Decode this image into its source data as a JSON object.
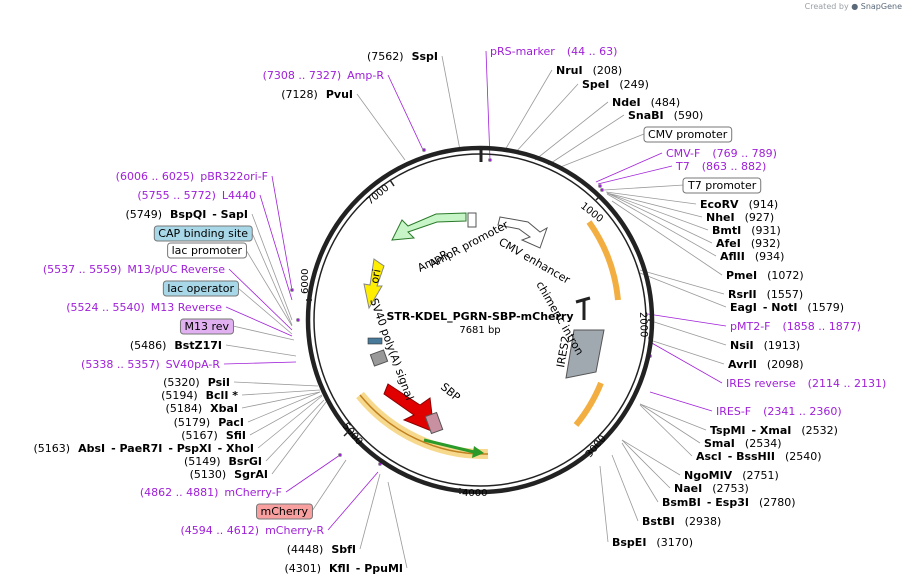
{
  "watermark": {
    "prefix": "Created by",
    "brand": "SnapGene"
  },
  "plasmid": {
    "name": "STR-KDEL_PGRN-SBP-mCherry",
    "length": "7681 bp"
  },
  "ticks": [
    "1000",
    "2000",
    "3000",
    "4000",
    "5000",
    "6000",
    "7000"
  ],
  "features": {
    "ampr": "AmpR",
    "ampr_promoter": "AmpR promoter",
    "cmv_enhancer": "CMV enhancer",
    "chimeric_intron": "chimeric intron",
    "ires2": "IRES2",
    "ori": "ori",
    "sv40": "SV40 poly(A) signal",
    "sbp": "SBP"
  },
  "right_labels": [
    {
      "text": "pRS-marker",
      "coord": "(44 .. 63)",
      "kind": "primer"
    },
    {
      "name": "NruI",
      "coord": "(208)",
      "kind": "enzyme"
    },
    {
      "name": "SpeI",
      "coord": "(249)",
      "kind": "enzyme"
    },
    {
      "name": "NdeI",
      "coord": "(484)",
      "kind": "enzyme"
    },
    {
      "name": "SnaBI",
      "coord": "(590)",
      "kind": "enzyme"
    },
    {
      "text": "CMV promoter",
      "kind": "box"
    },
    {
      "text": "CMV-F",
      "coord": "(769 .. 789)",
      "kind": "primer"
    },
    {
      "text": "T7",
      "coord": "(863 .. 882)",
      "kind": "primer"
    },
    {
      "text": "T7 promoter",
      "kind": "box"
    },
    {
      "name": "EcoRV",
      "coord": "(914)",
      "kind": "enzyme"
    },
    {
      "name": "NheI",
      "coord": "(927)",
      "kind": "enzyme"
    },
    {
      "name": "BmtI",
      "coord": "(931)",
      "kind": "enzyme"
    },
    {
      "name": "AfeI",
      "coord": "(932)",
      "kind": "enzyme"
    },
    {
      "name": "AflII",
      "coord": "(934)",
      "kind": "enzyme"
    },
    {
      "name": "PmeI",
      "coord": "(1072)",
      "kind": "enzyme"
    },
    {
      "name": "RsrII",
      "coord": "(1557)",
      "kind": "enzyme"
    },
    {
      "name": "EagI",
      "name2": "NotI",
      "coord": "(1579)",
      "kind": "enzyme2"
    },
    {
      "text": "pMT2-F",
      "coord": "(1858 .. 1877)",
      "kind": "primer"
    },
    {
      "name": "NsiI",
      "coord": "(1913)",
      "kind": "enzyme"
    },
    {
      "name": "AvrII",
      "coord": "(2098)",
      "kind": "enzyme"
    },
    {
      "text": "IRES reverse",
      "coord": "(2114 .. 2131)",
      "kind": "primer"
    },
    {
      "text": "IRES-F",
      "coord": "(2341 .. 2360)",
      "kind": "primer"
    },
    {
      "name": "TspMI",
      "name2": "XmaI",
      "coord": "(2532)",
      "kind": "enzyme2"
    },
    {
      "name": "SmaI",
      "coord": "(2534)",
      "kind": "enzyme"
    },
    {
      "name": "AscI",
      "name2": "BssHII",
      "coord": "(2540)",
      "kind": "enzyme2"
    },
    {
      "name": "NgoMIV",
      "coord": "(2751)",
      "kind": "enzyme"
    },
    {
      "name": "NaeI",
      "coord": "(2753)",
      "kind": "enzyme"
    },
    {
      "name": "BsmBI",
      "name2": "Esp3I",
      "coord": "(2780)",
      "kind": "enzyme2"
    },
    {
      "name": "BstBI",
      "coord": "(2938)",
      "kind": "enzyme"
    },
    {
      "name": "BspEI",
      "coord": "(3170)",
      "kind": "enzyme"
    }
  ],
  "left_labels": [
    {
      "name": "SspI",
      "coord": "(7562)",
      "kind": "enzyme"
    },
    {
      "text": "Amp-R",
      "coord": "(7308 .. 7327)",
      "kind": "primer"
    },
    {
      "name": "PvuI",
      "coord": "(7128)",
      "kind": "enzyme"
    },
    {
      "text": "pBR322ori-F",
      "coord": "(6006 .. 6025)",
      "kind": "primer"
    },
    {
      "text": "L4440",
      "coord": "(5755 .. 5772)",
      "kind": "primer"
    },
    {
      "name": "BspQI",
      "name2": "SapI",
      "coord": "(5749)",
      "kind": "enzyme2"
    },
    {
      "text": "CAP binding site",
      "kind": "box-blue"
    },
    {
      "text": "lac promoter",
      "kind": "box"
    },
    {
      "text": "M13/pUC Reverse",
      "coord": "(5537 .. 5559)",
      "kind": "primer"
    },
    {
      "text": "lac operator",
      "kind": "box-blue"
    },
    {
      "text": "M13 Reverse",
      "coord": "(5524 .. 5540)",
      "kind": "primer"
    },
    {
      "text": "M13 rev",
      "kind": "box-purple"
    },
    {
      "name": "BstZ17I",
      "coord": "(5486)",
      "kind": "enzyme"
    },
    {
      "text": "SV40pA-R",
      "coord": "(5338 .. 5357)",
      "kind": "primer"
    },
    {
      "name": "PsiI",
      "coord": "(5320)",
      "kind": "enzyme"
    },
    {
      "name": "BclI *",
      "coord": "(5194)",
      "kind": "enzyme"
    },
    {
      "name": "XbaI",
      "coord": "(5184)",
      "kind": "enzyme"
    },
    {
      "name": "PacI",
      "coord": "(5179)",
      "kind": "enzyme"
    },
    {
      "name": "SfiI",
      "coord": "(5167)",
      "kind": "enzyme"
    },
    {
      "name": "AbsI",
      "name2": "PaeR7I",
      "name3": "PspXI",
      "name4": "XhoI",
      "coord": "(5163)",
      "kind": "enzyme4"
    },
    {
      "name": "BsrGI",
      "coord": "(5149)",
      "kind": "enzyme"
    },
    {
      "name": "SgrAI",
      "coord": "(5130)",
      "kind": "enzyme"
    },
    {
      "text": "mCherry-F",
      "coord": "(4862 .. 4881)",
      "kind": "primer"
    },
    {
      "text": "mCherry",
      "kind": "box-red"
    },
    {
      "text": "mCherry-R",
      "coord": "(4594 .. 4612)",
      "kind": "primer"
    },
    {
      "name": "SbfI",
      "coord": "(4448)",
      "kind": "enzyme"
    },
    {
      "name": "KflI",
      "name2": "PpuMI",
      "coord": "(4301)",
      "kind": "enzyme2"
    }
  ],
  "colors": {
    "primer": "#a020d8",
    "backbone": "#222222",
    "ampr": "#c8f5c8",
    "ori": "#ffee00",
    "sv40": "#e00000",
    "orange": "#f0a020",
    "ires2": "#a0a8b0",
    "box_blue": "#a8d8e8",
    "box_purple": "#e0b0f0",
    "box_red": "#f8a0a0"
  }
}
